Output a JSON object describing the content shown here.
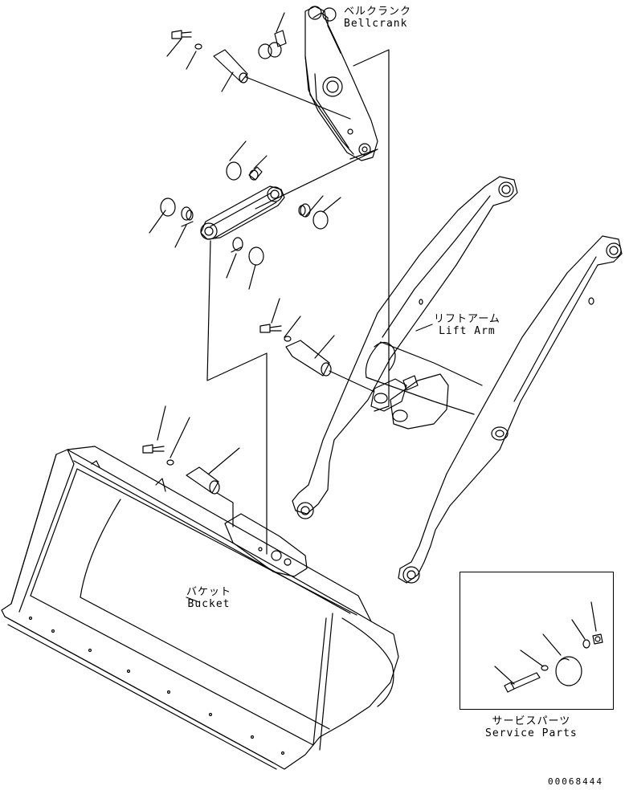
{
  "labels": {
    "bellcrank": {
      "ja": "ベルクランク",
      "en": "Bellcrank"
    },
    "lift_arm": {
      "ja": "リフトアーム",
      "en": "Lift Arm"
    },
    "bucket": {
      "ja": "バケット",
      "en": "Bucket"
    },
    "service_parts": {
      "ja": "サービスパーツ",
      "en": "Service Parts"
    }
  },
  "drawing_number": "00068444"
}
